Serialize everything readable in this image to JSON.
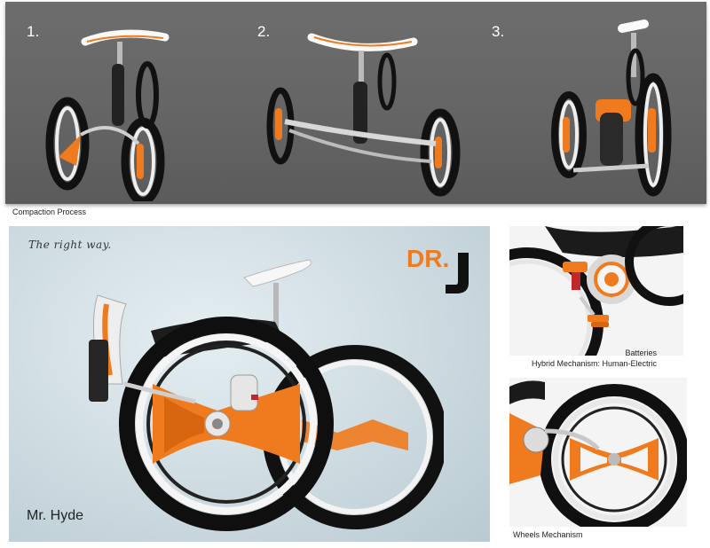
{
  "top": {
    "steps": [
      "1.",
      "2.",
      "3."
    ],
    "caption": "Compaction Process"
  },
  "main": {
    "tagline": "The right way.",
    "logo": "DR.J",
    "name": "Mr. Hyde"
  },
  "side": {
    "batteries_caption": "Batteries",
    "hybrid_caption": "Hybrid Mechanism: Human-Electric",
    "wheels_caption": "Wheels Mechanism"
  },
  "colors": {
    "accent": "#f07a1e",
    "dark": "#1c1c1c",
    "panel_gray": "#666666",
    "backdrop": "#cddbe1"
  }
}
